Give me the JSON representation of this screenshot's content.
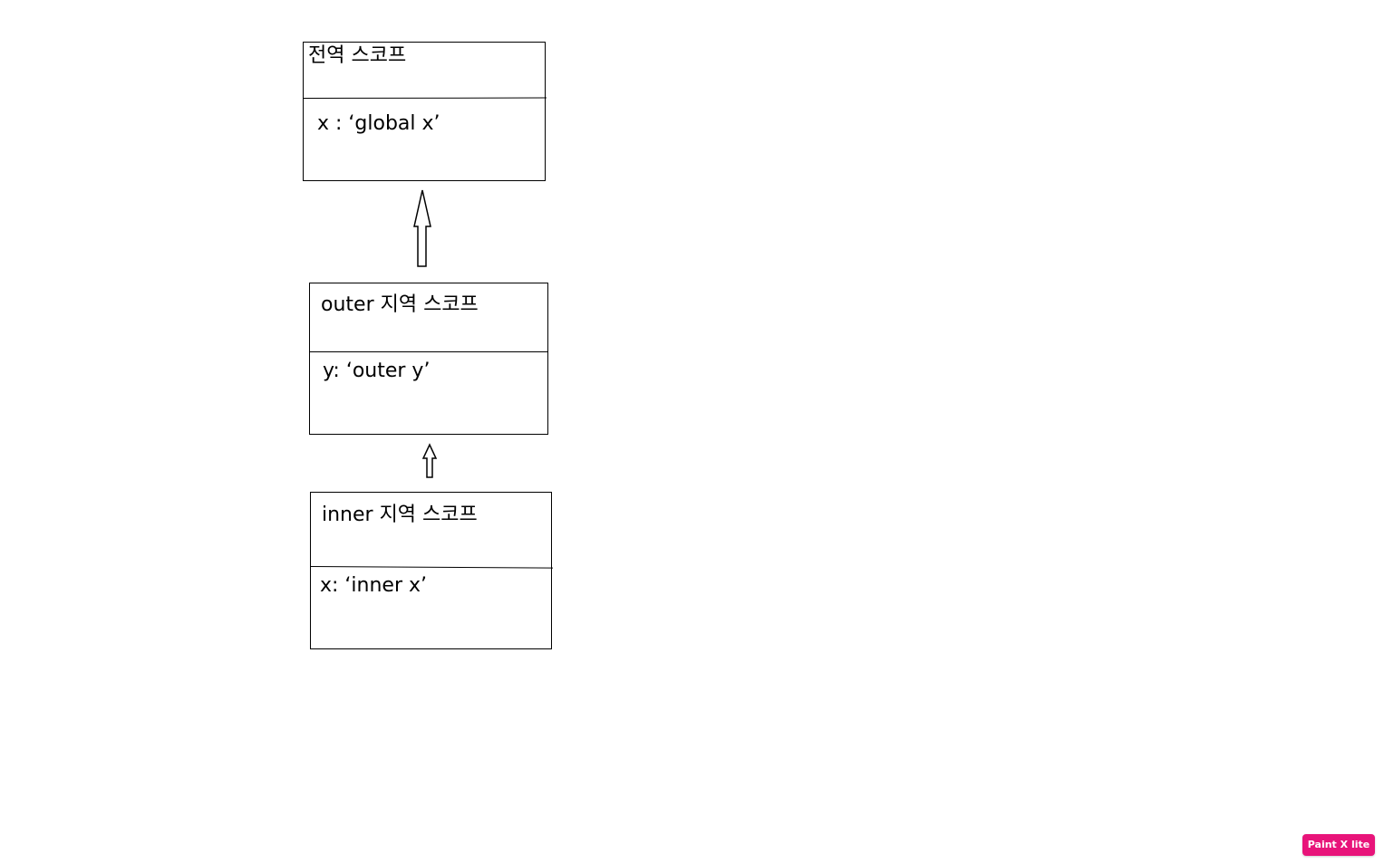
{
  "scopes": {
    "global": {
      "title": "전역 스코프",
      "variable": "x : ‘global x’"
    },
    "outer": {
      "title": "outer 지역 스코프",
      "variable": "y: ‘outer y’"
    },
    "inner": {
      "title": "inner 지역 스코프",
      "variable": "x: ‘inner x’"
    }
  },
  "watermark": {
    "label": "Paint X lite",
    "color": "#e8147a"
  }
}
